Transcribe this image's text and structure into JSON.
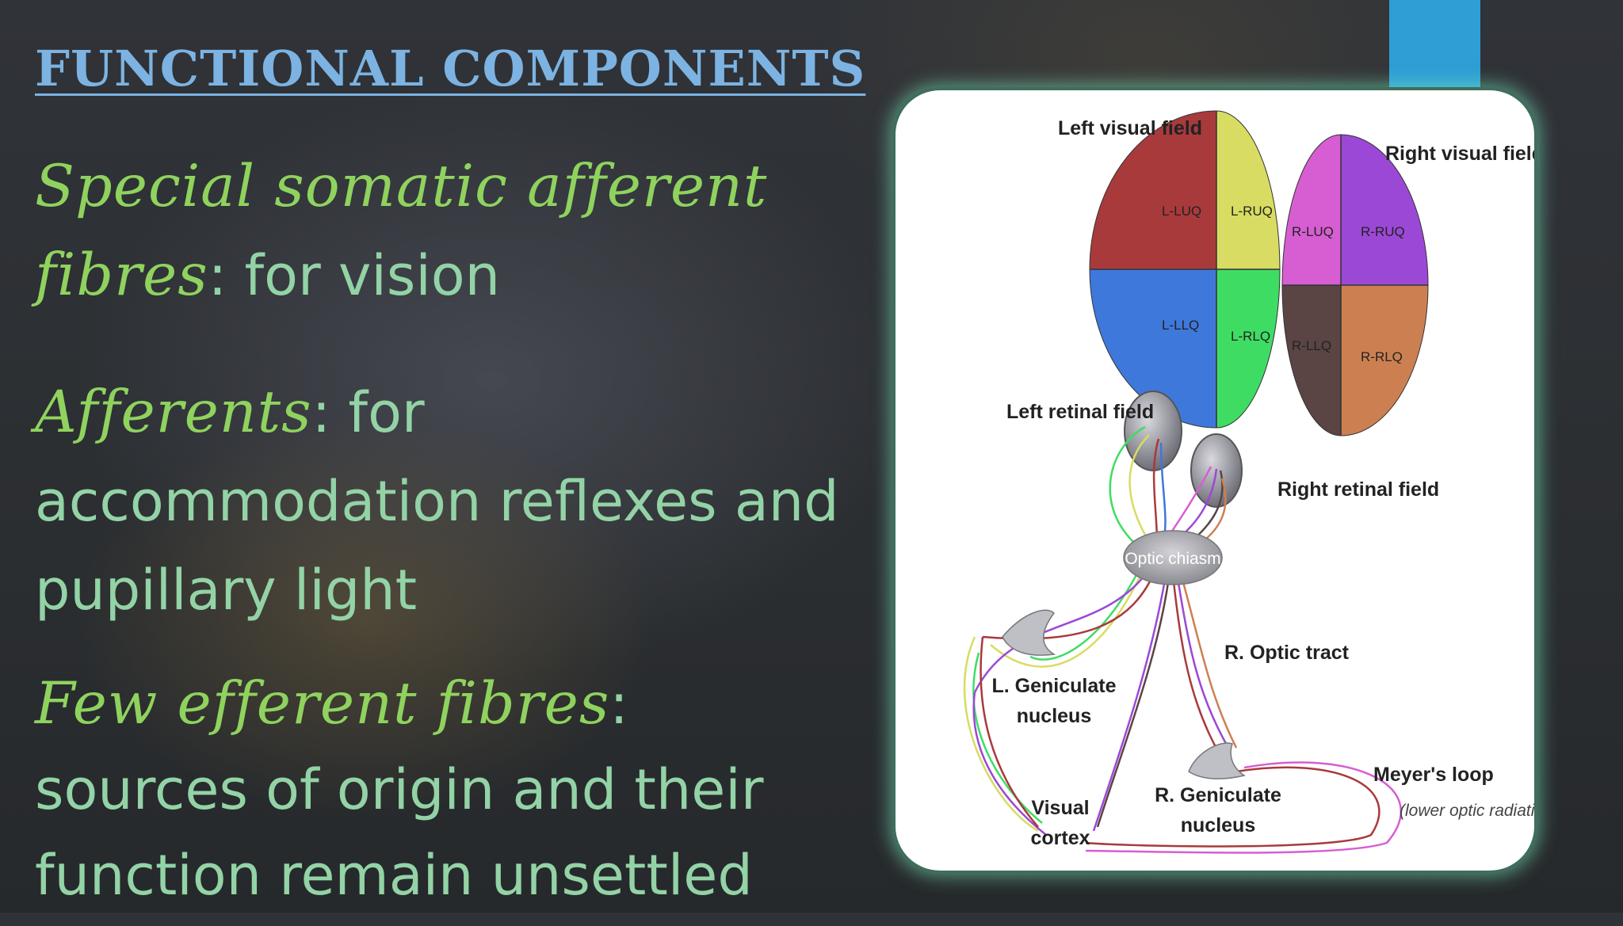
{
  "slide": {
    "title": "FUNCTIONAL COMPONENTS ",
    "bullets": [
      {
        "term": "Special somatic afferent fibres",
        "desc": ": for vision"
      },
      {
        "term": "Afferents",
        "desc": ": for accommodation reflexes and pupillary light"
      },
      {
        "term": "Few efferent fibres",
        "desc": ": sources of origin and their function remain unsettled"
      }
    ]
  },
  "diagram": {
    "labels": {
      "left_visual_field": "Left visual field",
      "right_visual_field": "Right visual field",
      "left_retinal_field": "Left retinal field",
      "right_retinal_field": "Right retinal field",
      "optic_chiasm": "Optic chiasm",
      "r_optic_tract": "R. Optic tract",
      "l_geniculate_1": "L. Geniculate",
      "l_geniculate_2": "nucleus",
      "r_geniculate_1": "R. Geniculate",
      "r_geniculate_2": "nucleus",
      "visual_cortex_1": "Visual",
      "visual_cortex_2": "cortex",
      "meyers_loop": "Meyer's loop",
      "meyers_loop_sub": "(lower optic radiation)"
    },
    "quadrants": {
      "l_luq": "L-LUQ",
      "l_ruq": "L-RUQ",
      "l_llq": "L-LLQ",
      "l_rlq": "L-RLQ",
      "r_luq": "R-LUQ",
      "r_ruq": "R-RUQ",
      "r_llq": "R-LLQ",
      "r_rlq": "R-RLQ"
    },
    "colors": {
      "l_luq": "#a83a3c",
      "l_ruq": "#d8dc62",
      "l_llq": "#3f78db",
      "l_rlq": "#3fdc64",
      "r_luq": "#d65ed2",
      "r_ruq": "#9c48d6",
      "r_llq": "#5a4444",
      "r_rlq": "#cc8052",
      "accent_bar": "#2e9ed5",
      "title": "#7cb3e2",
      "term": "#8fd35e",
      "desc": "#93d3a6"
    }
  }
}
